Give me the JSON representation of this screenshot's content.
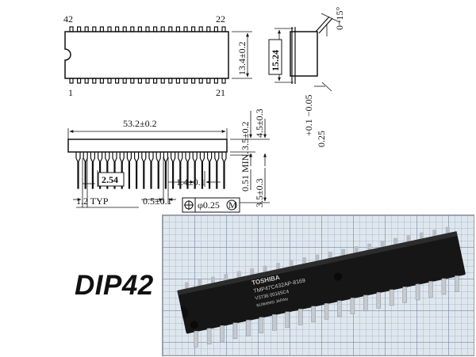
{
  "drawing": {
    "pin_top_left": "42",
    "pin_top_right": "22",
    "pin_bottom_left": "1",
    "pin_bottom_right": "21",
    "body_width": "13.4±0.2",
    "row_spacing": "15.24",
    "lead_angle": "0~15°",
    "lead_thickness": "0.25",
    "lead_thickness_tol": "+0.1 −0.05",
    "body_length": "53.2±0.2",
    "body_height": "3.5±0.2",
    "total_height": "4.5±0.3",
    "standoff": "0.51 MIN.",
    "lead_length": "3.5±0.3",
    "pitch": "2.54",
    "lead_width_upper": "1.4±0.1",
    "end_lead": "1.2 TYP",
    "lead_width": "0.5±0.1",
    "position_tolerance": "φ0.25",
    "tolerance_modifier": "M"
  },
  "package_name": "DIP42",
  "photo": {
    "marking_line1": "TOSHIBA",
    "marking_line2": "TMP47C432AP-8169",
    "marking_line3": "V3736 00165C4",
    "marking_line4": "8106494D   JAPAN"
  }
}
